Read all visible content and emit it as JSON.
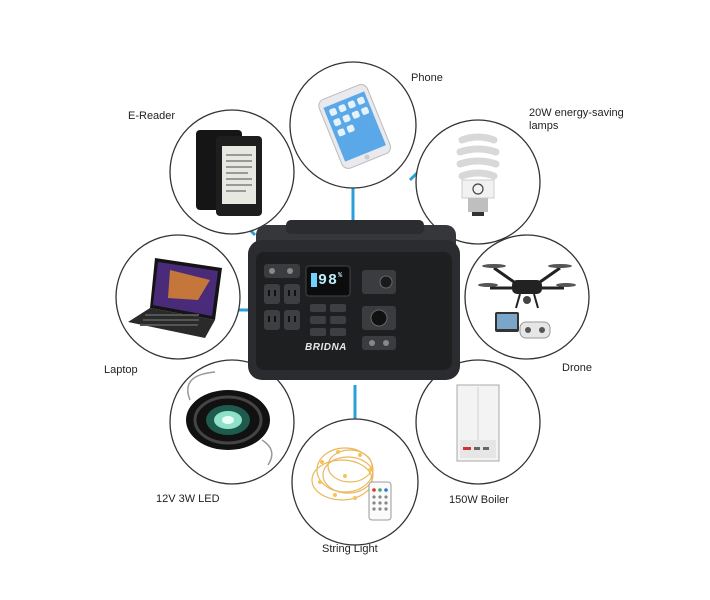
{
  "device": {
    "brand": "BRIDNA",
    "display_value": "98",
    "display_unit": "%"
  },
  "items": [
    {
      "label": "Phone"
    },
    {
      "label": "20W energy-saving lamps"
    },
    {
      "label": "Drone"
    },
    {
      "label": "150W  Boiler"
    },
    {
      "label": "String Light"
    },
    {
      "label": "12V 3W LED"
    },
    {
      "label": "Laptop"
    },
    {
      "label": "E-Reader"
    }
  ],
  "colors": {
    "connector": "#2b9fd8",
    "circle_stroke": "#333333",
    "device_body": "#2a2c2f"
  }
}
